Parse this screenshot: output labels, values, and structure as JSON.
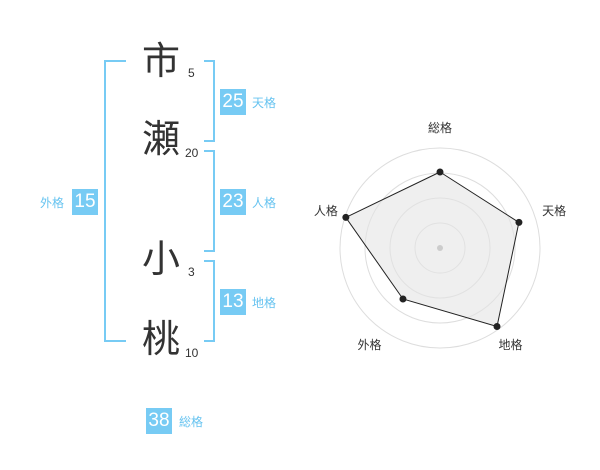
{
  "name": {
    "chars": [
      {
        "char": "市",
        "strokes": "5"
      },
      {
        "char": "瀬",
        "strokes": "20"
      },
      {
        "char": "小",
        "strokes": "3"
      },
      {
        "char": "桃",
        "strokes": "10"
      }
    ]
  },
  "fortunes": {
    "tenkaku": {
      "value": "25",
      "label": "天格"
    },
    "jinkaku": {
      "value": "23",
      "label": "人格"
    },
    "chikaku": {
      "value": "13",
      "label": "地格"
    },
    "gaikaku": {
      "value": "15",
      "label": "外格"
    },
    "soukaku": {
      "value": "38",
      "label": "総格"
    }
  },
  "colors": {
    "accent": "#77cbf4",
    "label": "#66c3f0",
    "text": "#333333"
  },
  "radar": {
    "axes": [
      "総格",
      "天格",
      "地格",
      "外格",
      "人格"
    ],
    "values": [
      0.76,
      0.83,
      0.97,
      0.63,
      0.99
    ],
    "rings": 4
  }
}
